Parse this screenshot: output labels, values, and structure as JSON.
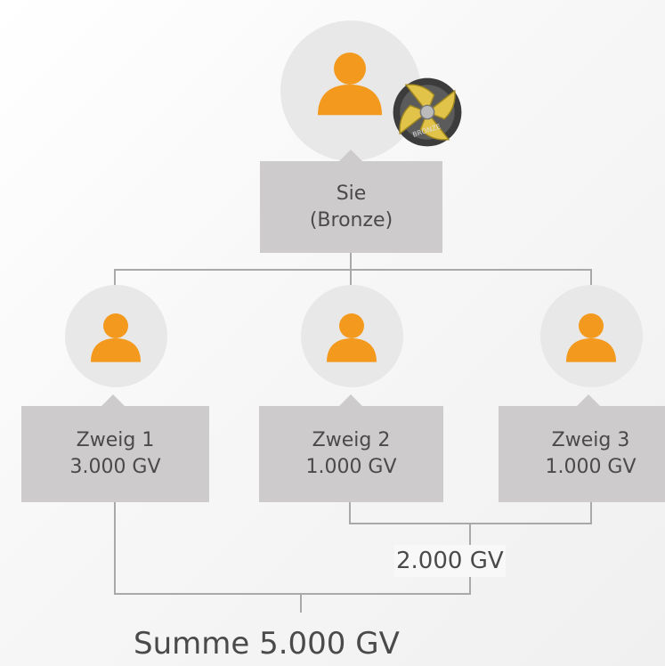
{
  "colors": {
    "person": "#f39a1e",
    "circle": "#e9e8e8",
    "box": "#cdcbcb",
    "line": "#a9a9a9",
    "text": "#4a4a4a"
  },
  "root": {
    "name": "Sie",
    "rank": "(Bronze)",
    "badge_text": "BRONZE",
    "icon": "person-icon"
  },
  "branches": [
    {
      "name": "Zweig 1",
      "volume": "3.000 GV",
      "icon": "person-icon"
    },
    {
      "name": "Zweig 2",
      "volume": "1.000 GV",
      "icon": "person-icon"
    },
    {
      "name": "Zweig 3",
      "volume": "1.000 GV",
      "icon": "person-icon"
    }
  ],
  "subtotal": "2.000 GV",
  "total": "Summe 5.000 GV"
}
